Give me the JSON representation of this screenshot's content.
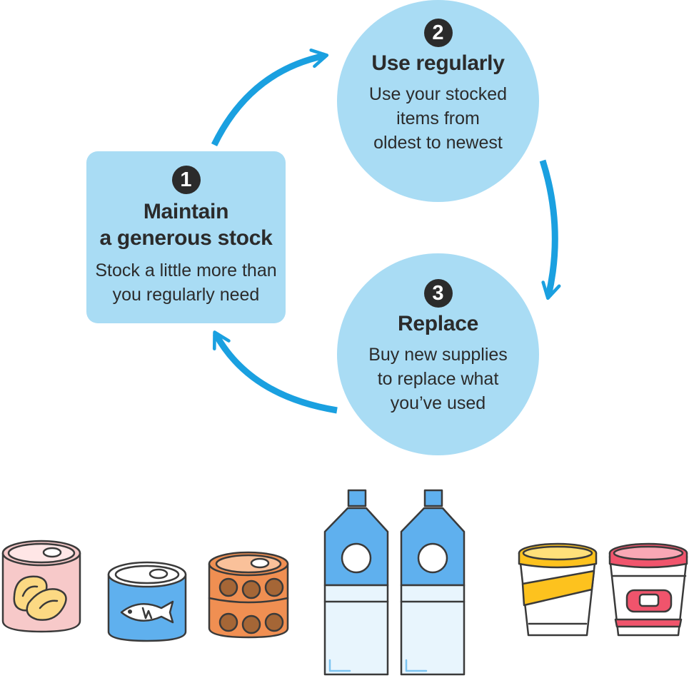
{
  "steps": [
    {
      "number": "1",
      "title_line1": "Maintain",
      "title_line2": "a generous stock",
      "desc_line1": "Stock a little more than",
      "desc_line2": "you regularly need"
    },
    {
      "number": "2",
      "title": "Use regularly",
      "desc_line1": "Use your stocked",
      "desc_line2": "items from",
      "desc_line3": "oldest to newest"
    },
    {
      "number": "3",
      "title": "Replace",
      "desc_line1": "Buy new supplies",
      "desc_line2": "to replace what",
      "desc_line3": "you’ve used"
    }
  ],
  "colors": {
    "step_fill": "#a9dcf4",
    "arrow": "#1aa0e0",
    "text": "#2b2b2b"
  },
  "items": [
    {
      "name": "canned-fruit-icon"
    },
    {
      "name": "canned-fish-icon"
    },
    {
      "name": "canned-meatballs-icon"
    },
    {
      "name": "water-bottle-icon"
    },
    {
      "name": "water-bottle-icon"
    },
    {
      "name": "yellow-cup-noodle-icon"
    },
    {
      "name": "red-cup-noodle-icon"
    }
  ]
}
